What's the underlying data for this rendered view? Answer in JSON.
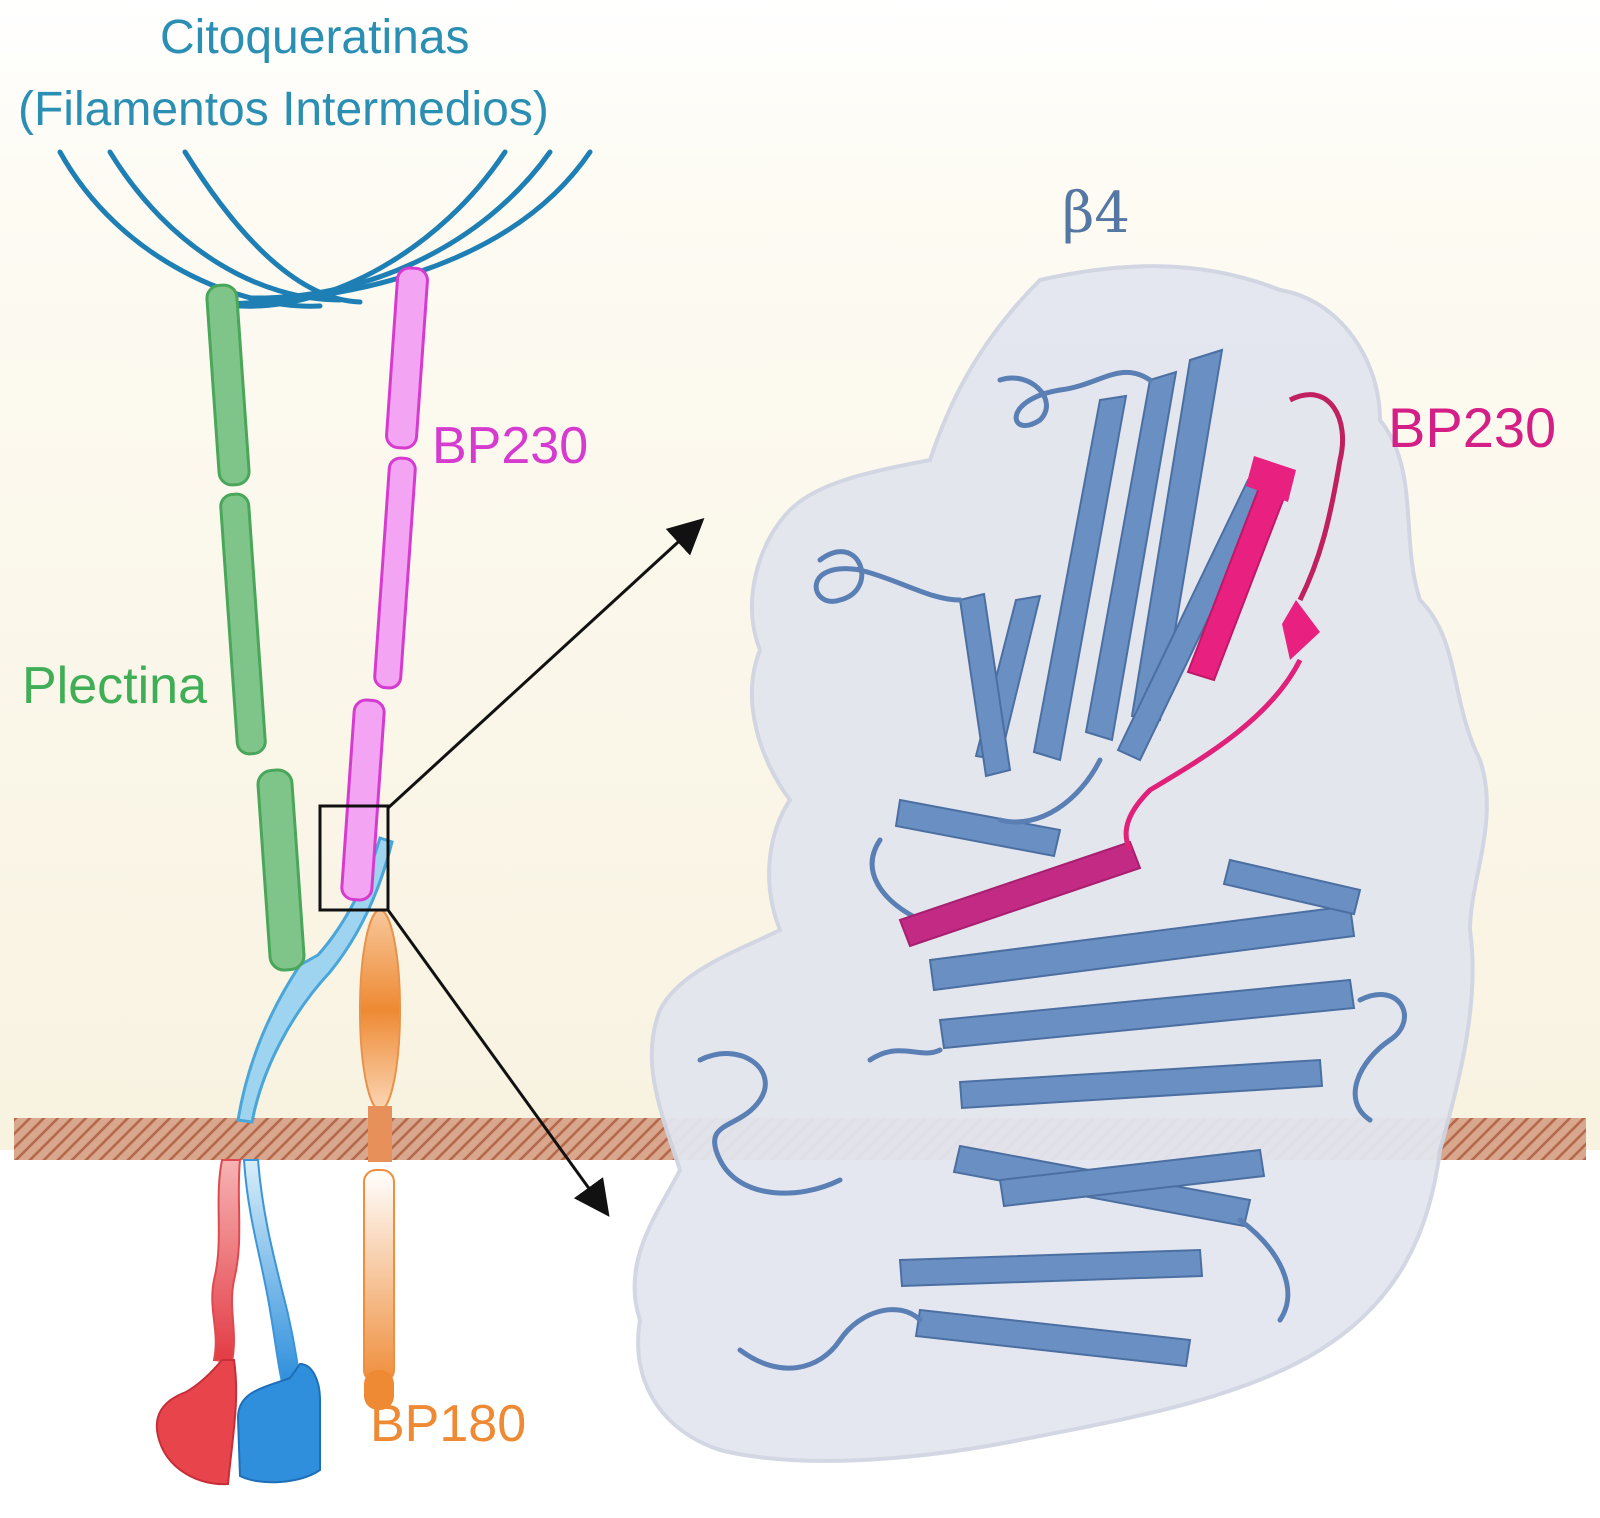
{
  "labels": {
    "cytokeratins_line1": "Citoqueratinas",
    "cytokeratins_line2": "(Filamentos Intermedios)",
    "bp230_left": "BP230",
    "plectin": "Plectina",
    "bp180": "BP180",
    "beta4": "β4",
    "bp230_right": "BP230"
  },
  "colors": {
    "cytoplasm": "#f7f1df",
    "keratin": "#2a8fb2",
    "plectin": "#7fc58a",
    "bp230": "#f08ef0",
    "beta4_light": "#9fd4f0",
    "beta4_dark": "#2f8fdc",
    "bp180": "#f3a35a",
    "alpha6": "#e8444c",
    "membrane": "#c87b5d",
    "protein_ribbon": "#5f83b8",
    "protein_bp230": "#e0217a",
    "protein_surface": "#e3e6ef"
  }
}
